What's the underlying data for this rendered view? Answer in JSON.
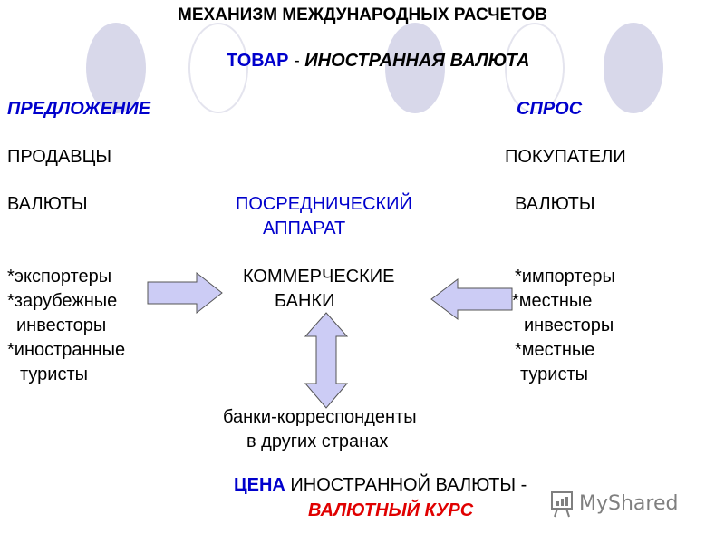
{
  "title": "МЕХАНИЗМ МЕЖДУНАРОДНЫХ РАСЧЕТОВ",
  "subtitle": {
    "part1": "ТОВАР",
    "sep": " - ",
    "part2": "ИНОСТРАННАЯ ВАЛЮТА"
  },
  "supply": {
    "heading": "ПРЕДЛОЖЕНИЕ",
    "sellers": "ПРОДАВЦЫ",
    "currency": "ВАЛЮТЫ",
    "items": [
      "*экспортеры",
      "*зарубежные",
      "инвесторы",
      "*иностранные",
      "туристы"
    ]
  },
  "demand": {
    "heading": "СПРОС",
    "buyers": "ПОКУПАТЕЛИ",
    "currency": "ВАЛЮТЫ",
    "items": [
      "*импортеры",
      "*местные",
      "инвесторы",
      "*местные",
      "туристы"
    ]
  },
  "intermediary": {
    "line1": "ПОСРЕДНИЧЕСКИЙ",
    "line2": "АППАРАТ",
    "banks1": "КОММЕРЧЕСКИЕ",
    "banks2": "БАНКИ",
    "corr1": "банки-корреспонденты",
    "corr2": "в других странах"
  },
  "price": {
    "part1": "ЦЕНА",
    "part2": "ИНОСТРАННОЙ ВАЛЮТЫ -",
    "rate": "ВАЛЮТНЫЙ КУРС"
  },
  "watermark": "MyShared",
  "colors": {
    "blue": "#0000cc",
    "red": "#e00000",
    "arrow_fill": "#ccccf5",
    "circle": "#d8d8ea"
  }
}
